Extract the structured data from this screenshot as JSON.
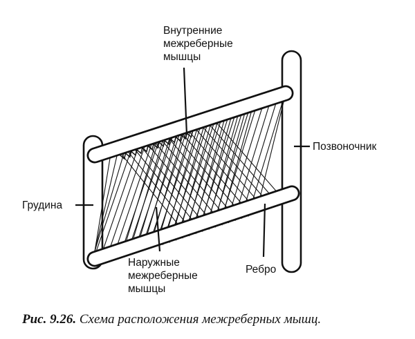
{
  "labels": {
    "internal_muscles": [
      "Внутренние",
      "межреберные",
      "мышцы"
    ],
    "spine": "Позвоночник",
    "sternum": "Грудина",
    "rib": "Ребро",
    "external_muscles": [
      "Наружные",
      "межреберные",
      "мышцы"
    ]
  },
  "caption": {
    "number": "Рис. 9.26.",
    "text": "Схема расположения межреберных мышц."
  },
  "colors": {
    "ink": "#111111",
    "background": "#ffffff"
  }
}
